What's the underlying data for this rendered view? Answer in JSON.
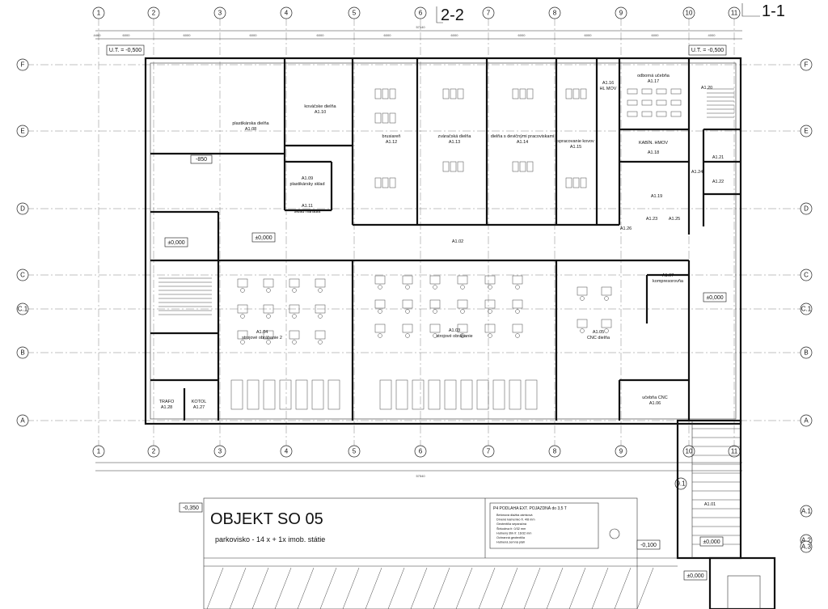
{
  "section_marks": {
    "a": "2-2",
    "b": "1-1"
  },
  "axes_top": [
    "1",
    "2",
    "3",
    "4",
    "5",
    "6",
    "7",
    "8",
    "9",
    "10",
    "11"
  ],
  "axes_left": [
    "F",
    "E",
    "D",
    "C",
    "C.1",
    "B",
    "A"
  ],
  "axes_right_extra": [
    "A.1",
    "A.2",
    "A.3"
  ],
  "axis_9_1": "9.1",
  "levels": {
    "ut_left": "U.T. = -0,500",
    "ut_right": "U.T. = -0,500",
    "zero_left": "±0,000",
    "zero_mid": "±0,000",
    "zero_right": "±0,000",
    "zero_ramp": "±0,000",
    "zero_bottom": "±0,000",
    "minus_850": "-850",
    "minus_350": "-0,350",
    "minus_100": "-0,100"
  },
  "rooms": {
    "a108": [
      "plastikárska dielňa",
      "A1.08"
    ],
    "a110": [
      "kováčske dielňa",
      "A1.10"
    ],
    "a109": [
      "plastikársky sklad",
      "A1.09"
    ],
    "a111": [
      "sklad náradia",
      "A1.11"
    ],
    "a112": [
      "brusiareň",
      "A1.12"
    ],
    "a113": [
      "zváračská dielňa",
      "A1.13"
    ],
    "a114": [
      "dielňa s devičnými pracoviskami",
      "A1.14"
    ],
    "a115": [
      "spracovanie kovov",
      "A1.15"
    ],
    "a116": [
      "A1.16",
      "HL MOV"
    ],
    "a117": [
      "odborná učebňa",
      "A1.17"
    ],
    "a120": [
      "A1.20"
    ],
    "a118": [
      "KABÍN. HMOV",
      "A1.18"
    ],
    "a102": [
      "A1.02"
    ],
    "a107": [
      "A1.07",
      "kompresorovňa"
    ],
    "a104": [
      "A1.04",
      "strojové obrábanie 2"
    ],
    "a103": [
      "A1.03",
      "strojové obrábanie"
    ],
    "a105": [
      "A1.05",
      "CNC dielňa"
    ],
    "a106": [
      "učebňa CNC",
      "A1.06"
    ],
    "a128": [
      "TRAFO",
      "A1.28"
    ],
    "a127": [
      "KOTOL",
      "A1.27"
    ],
    "a101": [
      "A1.01"
    ],
    "small": [
      "A1.19",
      "A1.21",
      "A1.22",
      "A1.23",
      "A1.24",
      "A1.25",
      "A1.26"
    ]
  },
  "dims_top": [
    "4460",
    "6000",
    "6000",
    "6000",
    "6000",
    "6000",
    "6000",
    "6000",
    "6000",
    "6000",
    "4000"
  ],
  "total_dim": "57540",
  "annex": {
    "title": "OBJEKT SO 05",
    "subtitle": "parkovisko - 14 x + 1x imob. státie",
    "legend_head": "P4  PODLAHA EXT. POJAZDNÁ do 3,5 T",
    "legend_lines": [
      "Betónová dlažba zámková",
      "Drvené kamenivo fr. 4/8 mm",
      "Geotextília separačná",
      "Štrkodrva fr. 0/32 mm",
      "Hutnený štrk fr. 16/32 mm",
      "Ochranná geotextília",
      "Hutnená zemná pláň"
    ]
  }
}
